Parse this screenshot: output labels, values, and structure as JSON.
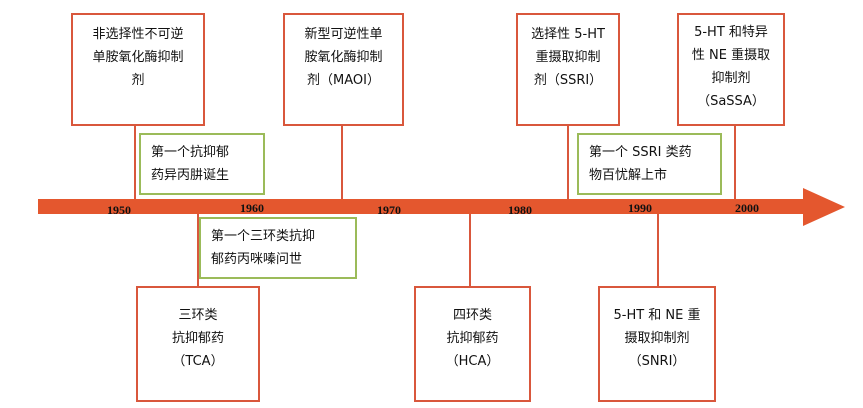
{
  "colors": {
    "arrow": "#e4572e",
    "red_border": "#d9573c",
    "green_border": "#9bbb59",
    "connector": "#d9573c"
  },
  "years": [
    "1950",
    "1960",
    "1970",
    "1980",
    "1990",
    "2000"
  ],
  "above_boxes": [
    {
      "lines": [
        "非选择性不可逆",
        "单胺氧化酶抑制",
        "剂"
      ]
    },
    {
      "lines": [
        "新型可逆性单",
        "胺氧化酶抑制",
        "剂（MAOI）"
      ]
    },
    {
      "lines": [
        "选择性 5-HT",
        "重摄取抑制",
        "剂（SSRI）"
      ]
    },
    {
      "lines": [
        "5-HT 和特异",
        "性 NE 重摄取",
        "抑制剂",
        "（SaSSA）"
      ]
    }
  ],
  "below_boxes": [
    {
      "lines": [
        "三环类",
        "抗抑郁药",
        "（TCA）"
      ]
    },
    {
      "lines": [
        "四环类",
        "抗抑郁药",
        "（HCA）"
      ]
    },
    {
      "lines": [
        "5-HT 和 NE 重",
        "摄取抑制剂",
        "（SNRI）"
      ]
    }
  ],
  "event_boxes": [
    {
      "lines": [
        "第一个抗抑郁",
        "药异丙肼诞生"
      ]
    },
    {
      "lines": [
        "第一个三环类抗抑",
        "郁药丙咪嗪问世"
      ]
    },
    {
      "lines": [
        "第一个 SSRI 类药",
        "物百忧解上市"
      ]
    }
  ]
}
